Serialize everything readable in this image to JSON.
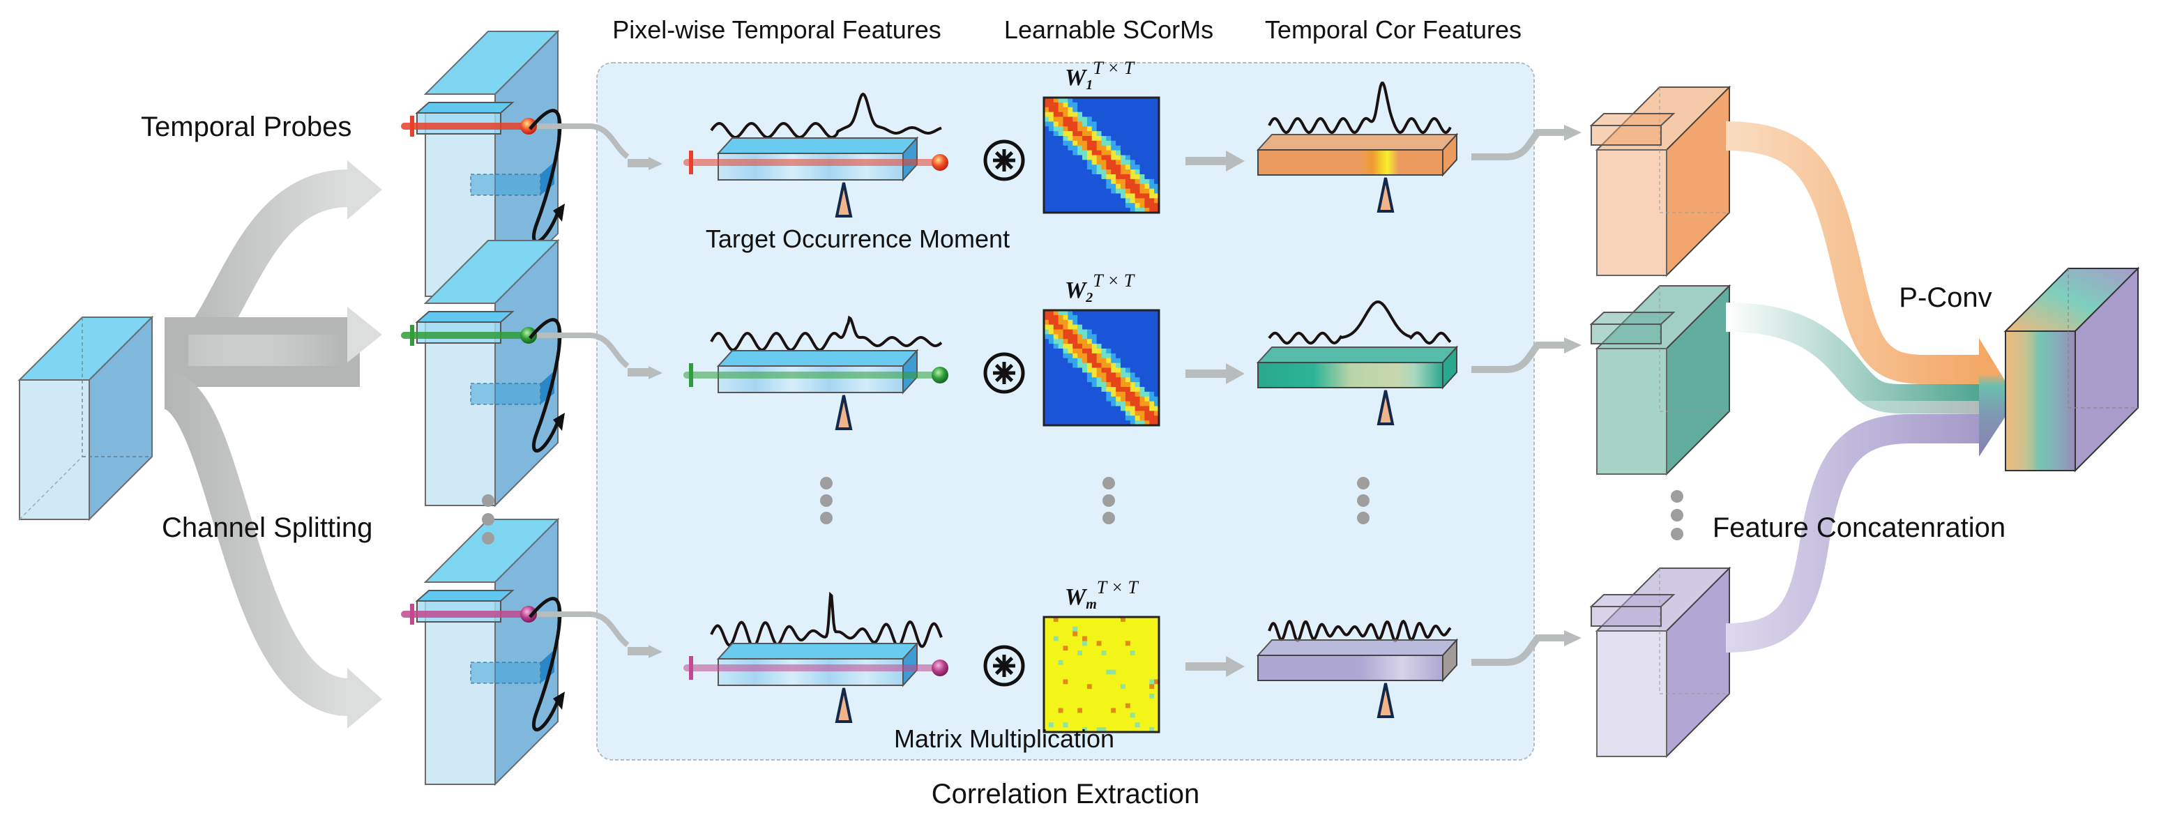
{
  "figure": {
    "labels": {
      "temporal_probes": "Temporal Probes",
      "channel_splitting": "Channel Splitting",
      "pixelwise_temporal_features": "Pixel-wise Temporal Features",
      "learnable_scorms": "Learnable SCorMs",
      "temporal_cor_features": "Temporal Cor Features",
      "target_occurrence_moment": "Target Occurrence Moment",
      "matrix_multiplication": "Matrix Multiplication",
      "correlation_extraction": "Correlation Extraction",
      "p_conv": "P-Conv",
      "feature_concatenation": "Feature Concatenration"
    },
    "matrices": [
      {
        "symbol": "W",
        "subscript": "1",
        "superscript": "T × T",
        "style": "diagonal-jet"
      },
      {
        "symbol": "W",
        "subscript": "2",
        "superscript": "T × T",
        "style": "diagonal-jet"
      },
      {
        "symbol": "W",
        "subscript": "m",
        "superscript": "T × T",
        "style": "flat-yellow"
      }
    ],
    "operator_symbol": "⊛",
    "ellipsis": "⋮",
    "branches": [
      {
        "name": "branch-1",
        "probe_color": "#e8402a",
        "feature_color": "#ec9a5e",
        "highlight_color": "#f7ef3c",
        "output_front": "#f8d3ba",
        "output_side": "#f0a66e"
      },
      {
        "name": "branch-2",
        "probe_color": "#2f9e3a",
        "feature_color": "#2aa88e",
        "highlight_color": "#c9d3a8",
        "output_front": "#a7d3c7",
        "output_side": "#63ad9e"
      },
      {
        "name": "branch-m",
        "probe_color": "#c0498f",
        "feature_color": "#ada7d2",
        "highlight_color": "#d6d3ea",
        "output_front": "#e3e0f0",
        "output_side": "#b2a7d3"
      }
    ],
    "colors": {
      "input_cube_top": "#7fd6f2",
      "input_cube_front": "#cfe9f7",
      "input_cube_side": "#80b7dc",
      "panel_background": "#e0f1fb",
      "arrow_gray": "#b9bcbc",
      "marker_fill": "#f2b48a",
      "marker_stroke": "#13294b",
      "final_purple": "#a99ccb"
    }
  }
}
